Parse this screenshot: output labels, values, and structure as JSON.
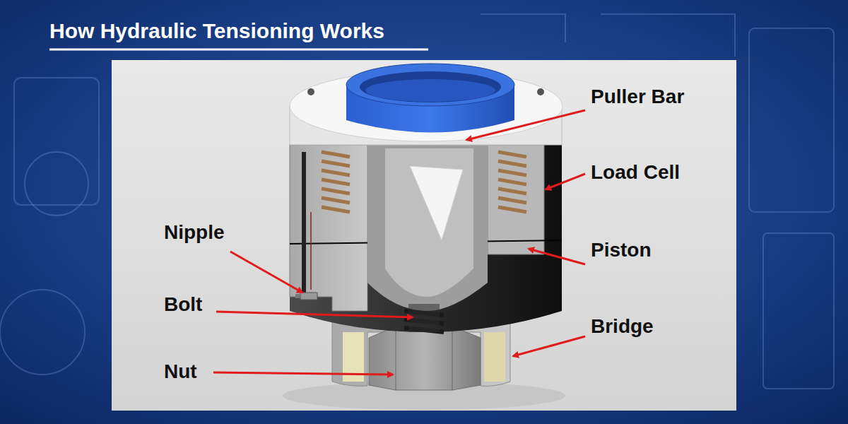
{
  "diagram": {
    "title": "How Hydraulic Tensioning Works",
    "labels": [
      "Puller Bar",
      "Load Cell",
      "Nipple",
      "Piston",
      "Bolt",
      "Bridge",
      "Nut"
    ]
  }
}
